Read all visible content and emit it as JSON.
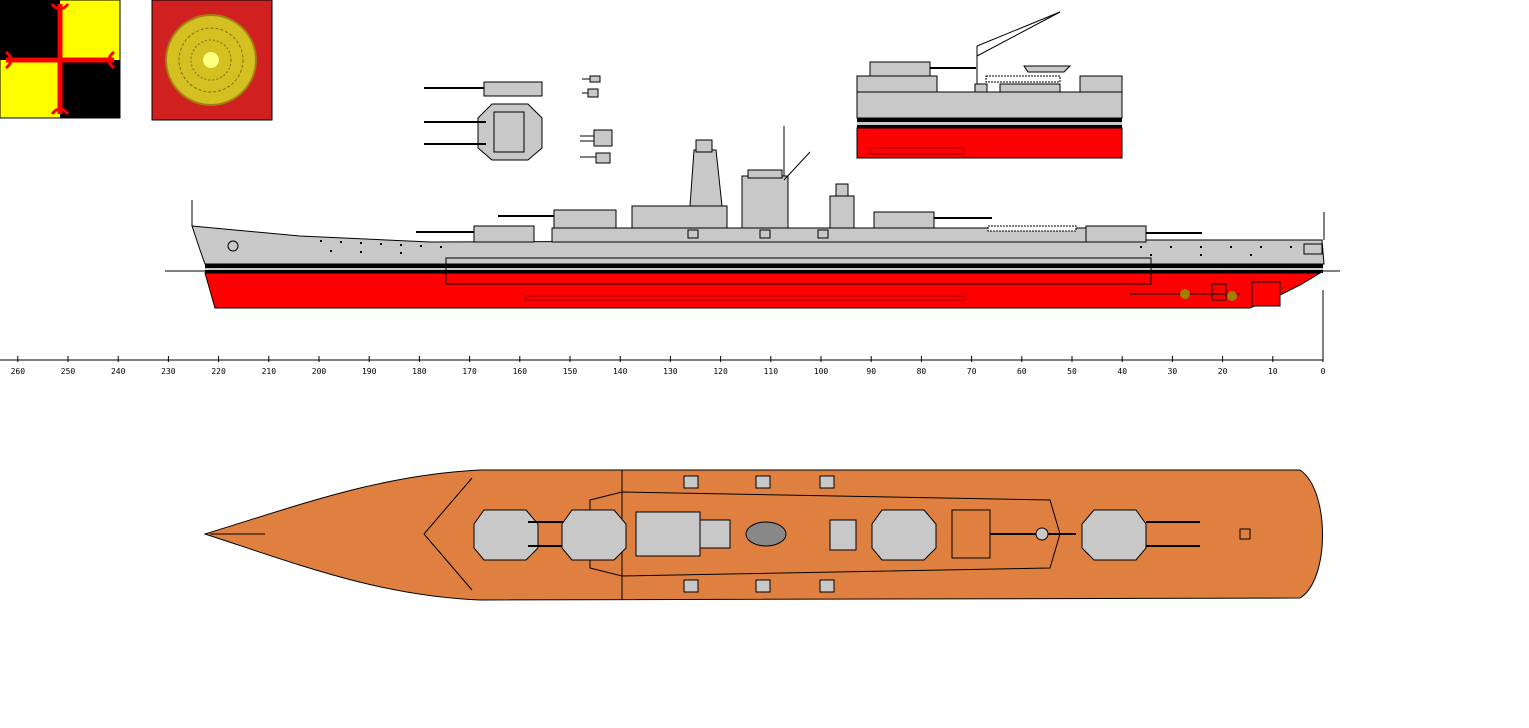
{
  "colors": {
    "background": "#ffffff",
    "hull_grey": "#c8c8c8",
    "outline": "#000000",
    "antifouling_red": "#ff0000",
    "deck_brown": "#e08040",
    "flag_yellow": "#ffff00",
    "flag_black": "#000000",
    "flag_red": "#ff0000",
    "emblem_bg": "#d02020",
    "emblem_gold": "#e8d020"
  },
  "flags": [
    {
      "name": "naval-ensign",
      "description_icon": "quartered-cross-flag-icon"
    },
    {
      "name": "sun-emblem",
      "description_icon": "golden-sun-emblem-icon"
    }
  ],
  "scale": {
    "unit_start": 0,
    "unit_end": 260,
    "step": 10,
    "labels": [
      "260",
      "250",
      "240",
      "230",
      "220",
      "210",
      "200",
      "190",
      "180",
      "170",
      "160",
      "150",
      "140",
      "130",
      "120",
      "110",
      "100",
      "90",
      "80",
      "70",
      "60",
      "50",
      "40",
      "30",
      "20",
      "10",
      "0"
    ]
  }
}
